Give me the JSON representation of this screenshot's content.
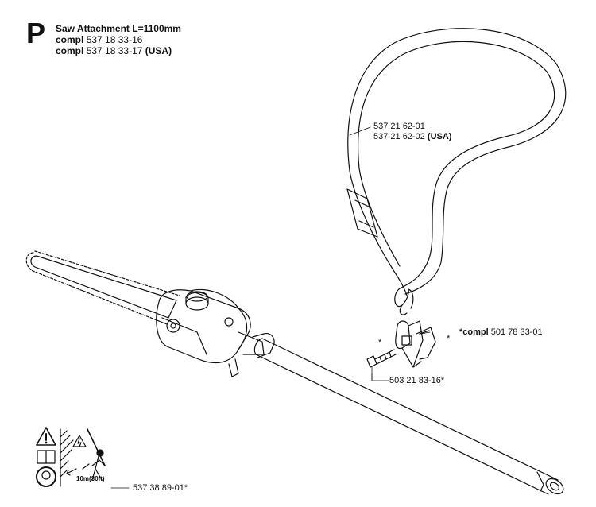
{
  "header": {
    "section_letter": "P",
    "title": "Saw Attachment L=1100mm",
    "compl_prefix": "compl",
    "part_1": "537 18 33-16",
    "part_2": "537 18 33-17",
    "part_2_suffix": "(USA)"
  },
  "callouts": {
    "strap_1": "537 21 62-01",
    "strap_2": "537 21 62-02",
    "strap_2_suffix": "(USA)",
    "clip_prefix": "*compl",
    "clip_part": "501 78 33-01",
    "screw_part": "503 21 83-16*",
    "sticker_part": "537 38 89-01*",
    "star_mark": "*"
  },
  "decal": {
    "distance_text": "10m(30ft)"
  },
  "colors": {
    "ink": "#111111",
    "background": "#ffffff"
  }
}
